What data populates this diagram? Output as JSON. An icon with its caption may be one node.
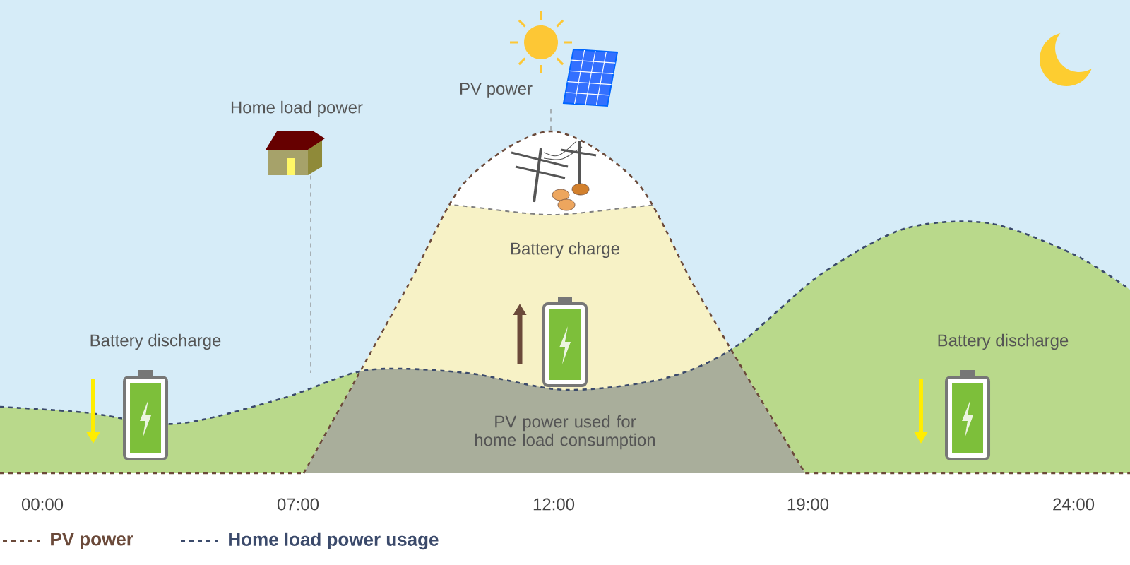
{
  "diagram": {
    "nodes": [
      {
        "text": [],
        "shape": "picture",
        "beside": [
          "Home load power"
        ]
      },
      {
        "text": [],
        "shape": "picture",
        "beside": [
          "PV power"
        ]
      }
    ],
    "edges": [
      {
        "from": 0,
        "to": null,
        "arrow": "none",
        "style": "dashed"
      },
      {
        "from": 1,
        "to": null,
        "arrow": "none",
        "style": "dashed"
      }
    ],
    "labels": [
      "Battery charge",
      "Battery discharge",
      "Battery discharge",
      "PV power used for home load consumption",
      "00:00",
      "07:00",
      "12:00",
      "19:00",
      "24:00"
    ],
    "legend": [
      {
        "text": "PV power"
      },
      {
        "text": "Home load power usage"
      }
    ]
  }
}
